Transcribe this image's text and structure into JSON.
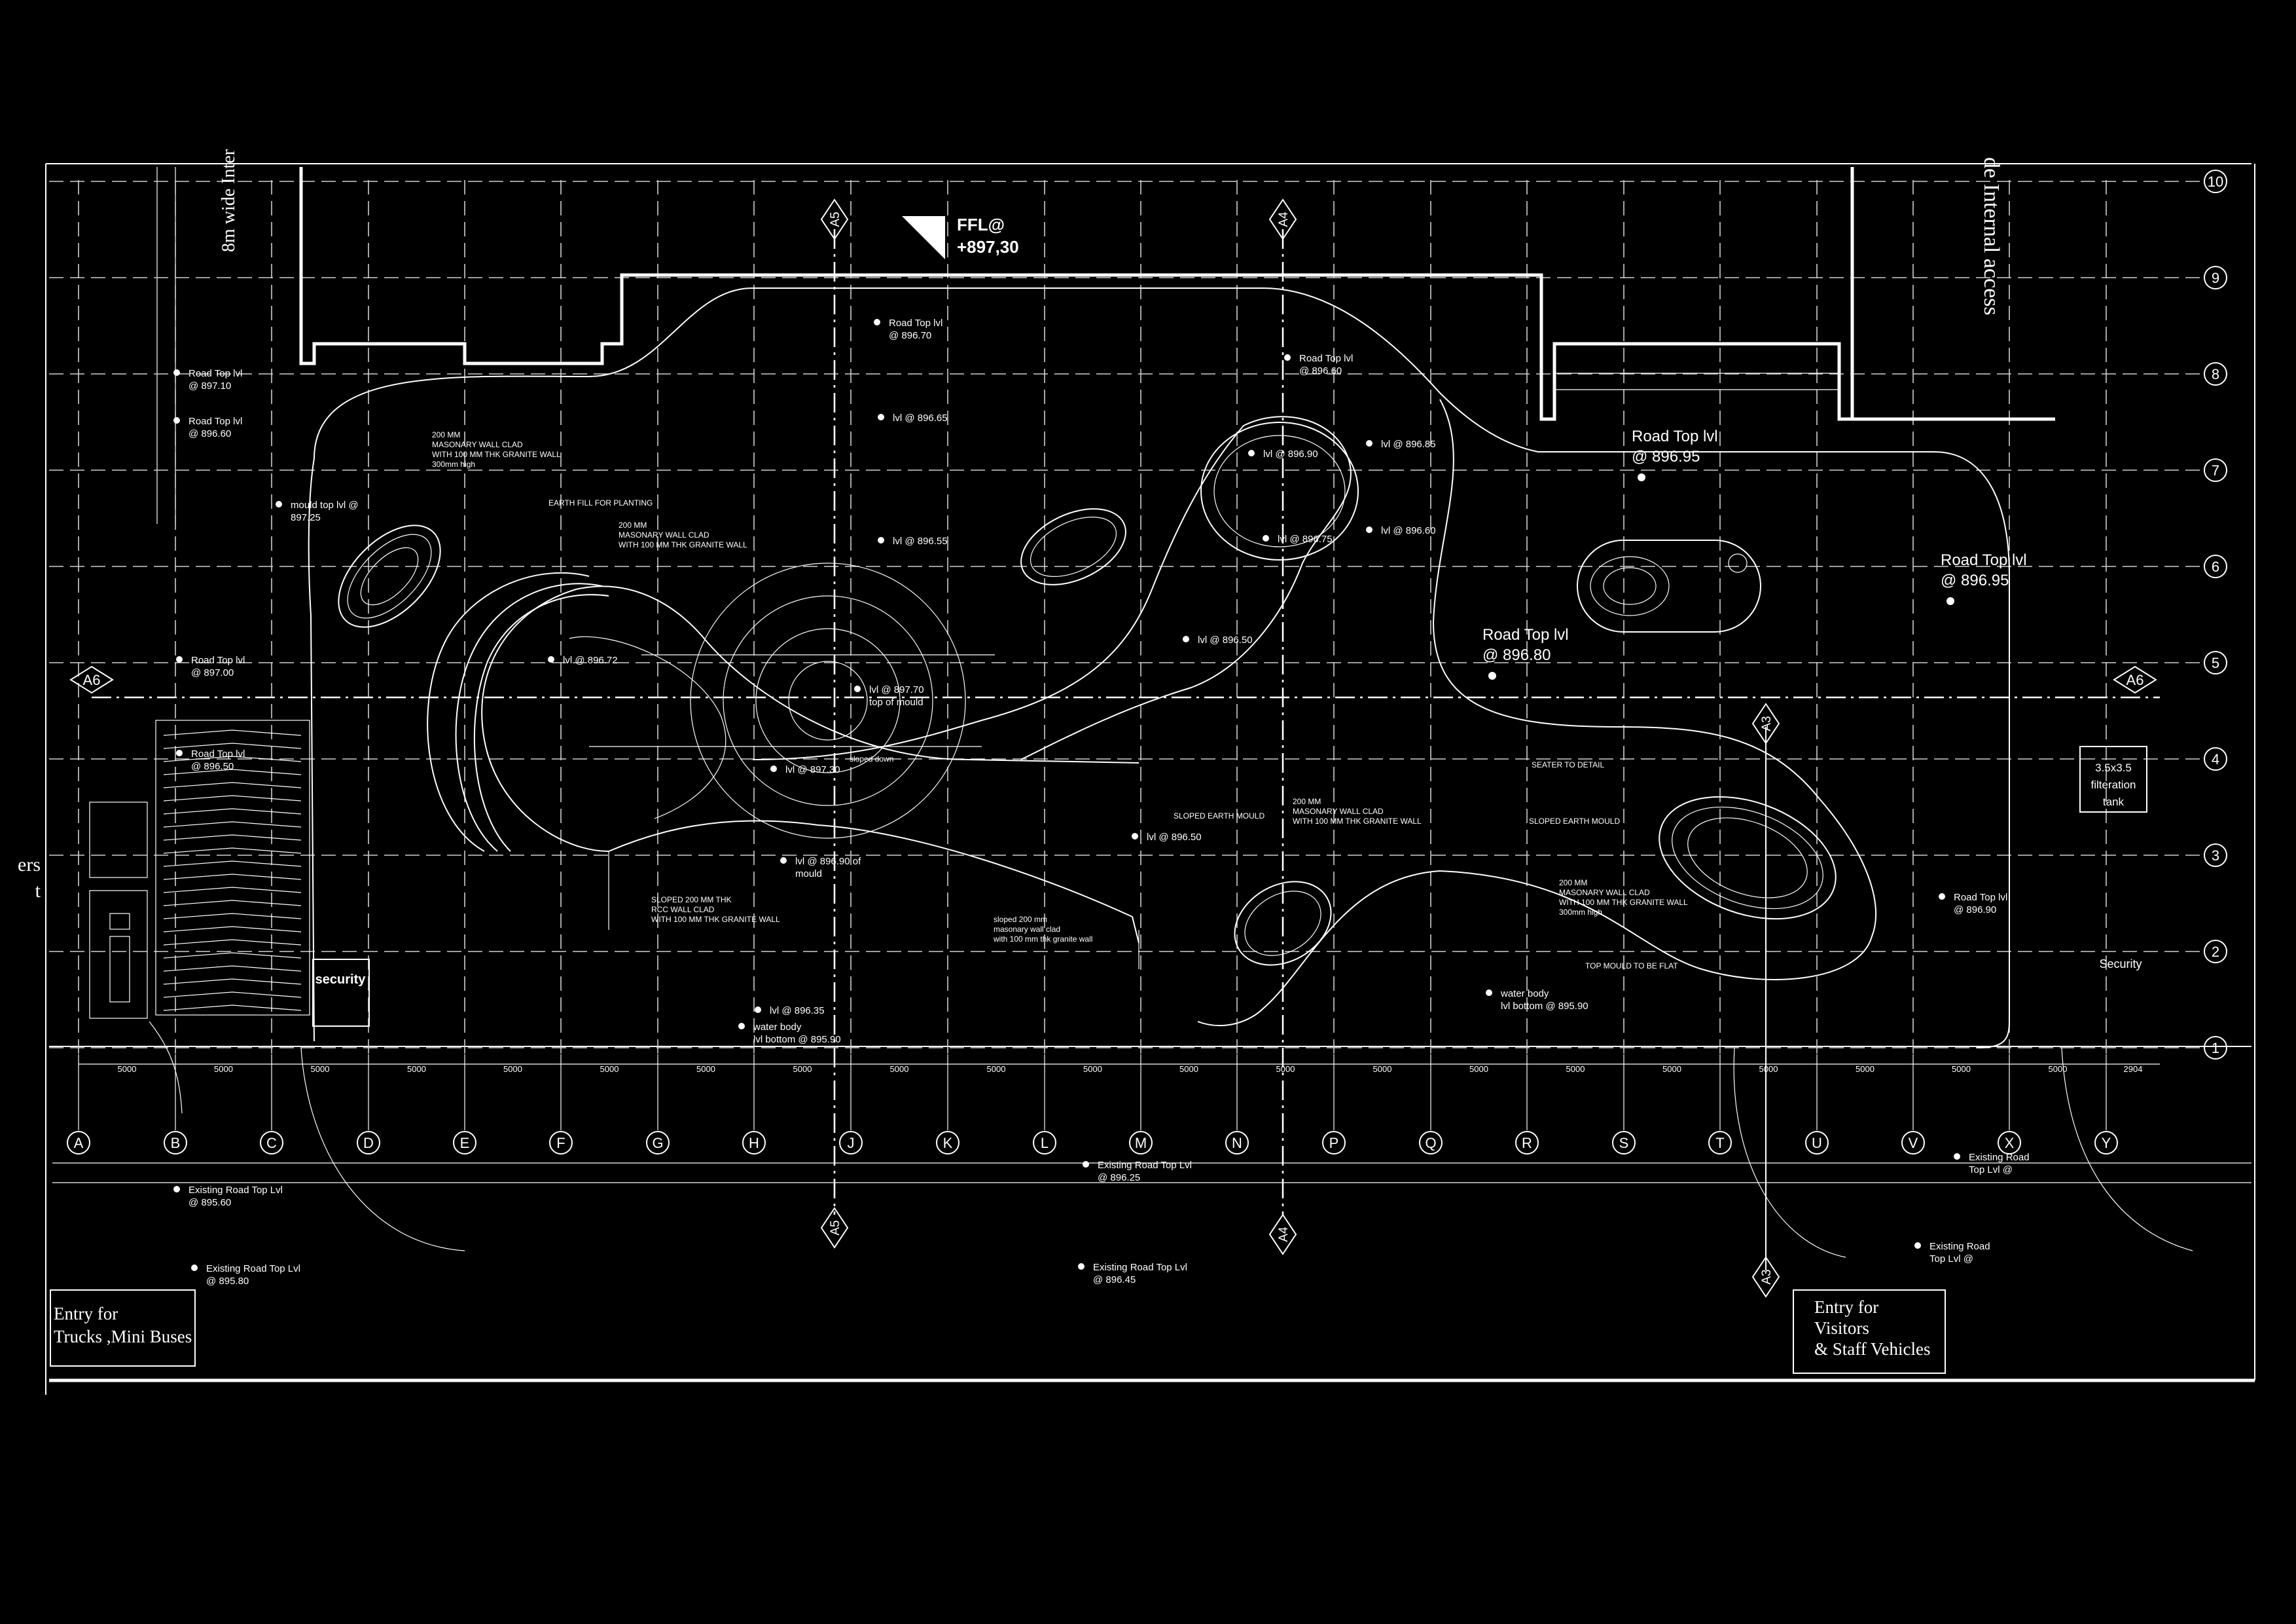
{
  "colors": {
    "background": "#000000",
    "lines": "#ffffff",
    "grid": "#d8d8d8"
  },
  "grid": {
    "columns": [
      "A",
      "B",
      "C",
      "D",
      "E",
      "F",
      "G",
      "H",
      "J",
      "K",
      "L",
      "M",
      "N",
      "P",
      "Q",
      "R",
      "S",
      "T",
      "U",
      "V",
      "X",
      "Y"
    ],
    "rows": [
      "1",
      "2",
      "3",
      "4",
      "5",
      "6",
      "7",
      "8",
      "9",
      "10"
    ],
    "column_spacing_labels": [
      "5000",
      "5000",
      "5000",
      "5000",
      "5000",
      "5000",
      "5000",
      "5000",
      "5000",
      "5000",
      "5000",
      "5000",
      "5000",
      "5000",
      "5000",
      "5000",
      "5000",
      "5000",
      "5000",
      "5000",
      "5000",
      "2904"
    ]
  },
  "sections": [
    {
      "id": "A5",
      "label": "A5"
    },
    {
      "id": "A4",
      "label": "A4"
    },
    {
      "id": "A6",
      "label": "A6"
    },
    {
      "id": "A3",
      "label": "A3"
    }
  ],
  "ffl": {
    "line1": "FFL@",
    "line2": "+897,30"
  },
  "access_labels": {
    "left": "8m wide Inter",
    "right": "de Internal access",
    "left_edge_1": "ers",
    "left_edge_2": "t"
  },
  "entries": {
    "trucks": [
      "Entry for",
      "Trucks ,Mini Buses"
    ],
    "visitors": [
      "Entry for",
      "Visitors",
      "& Staff  Vehicles"
    ]
  },
  "security": {
    "booth": "security",
    "right": "Security"
  },
  "filtration": [
    "3.5x3.5",
    "filteration",
    "tank"
  ],
  "levels_large": [
    {
      "l1": "Road Top lvl",
      "l2": "@ 896.95"
    },
    {
      "l1": "Road Top lvl",
      "l2": "@ 896.95"
    },
    {
      "l1": "Road Top lvl",
      "l2": "@ 896.80"
    }
  ],
  "levels_small": [
    {
      "l1": "Road Top lvl",
      "l2": "@ 897.10"
    },
    {
      "l1": "Road Top lvl",
      "l2": "@ 896.60"
    },
    {
      "l1": "Road Top lvl",
      "l2": "@ 897.00"
    },
    {
      "l1": "Road Top lvl",
      "l2": "@ 896.50"
    },
    {
      "l1": "mould top lvl  @",
      "l2": "897.25"
    },
    {
      "l1": "Road Top lvl",
      "l2": "@ 896.70"
    },
    {
      "l1": "lvl @ 896.65",
      "l2": ""
    },
    {
      "l1": "Road Top lvl",
      "l2": "@ 896.60"
    },
    {
      "l1": "lvl @ 896.90",
      "l2": ""
    },
    {
      "l1": "lvl @ 896.85",
      "l2": ""
    },
    {
      "l1": "lvl @ 896.60",
      "l2": ""
    },
    {
      "l1": "lvl @ 896.75",
      "l2": ""
    },
    {
      "l1": "lvl @ 896.55",
      "l2": ""
    },
    {
      "l1": "lvl @ 896.50",
      "l2": ""
    },
    {
      "l1": "lvl @ 896.72",
      "l2": ""
    },
    {
      "l1": "lvl @ 897.70",
      "l2": "top of mould"
    },
    {
      "l1": "lvl @ 897.30",
      "l2": ""
    },
    {
      "l1": "lvl @ 896.50",
      "l2": ""
    },
    {
      "l1": "lvl @ 896.90 of",
      "l2": "mould"
    },
    {
      "l1": "lvl @ 896.35",
      "l2": ""
    },
    {
      "l1": "water body",
      "l2": "lvl bottom  @ 895.90"
    },
    {
      "l1": "water body",
      "l2": "lvl bottom  @ 895.90"
    },
    {
      "l1": "Road Top lvl",
      "l2": "@ 896.90"
    },
    {
      "l1": "Existing Road Top Lvl",
      "l2": "@ 895.60"
    },
    {
      "l1": "Existing Road Top Lvl",
      "l2": "@ 896.25"
    },
    {
      "l1": "Existing Road",
      "l2": "Top Lvl @"
    },
    {
      "l1": "Existing Road Top Lvl",
      "l2": "@ 895.80"
    },
    {
      "l1": "Existing Road Top Lvl",
      "l2": "@ 896.45"
    },
    {
      "l1": "Existing Road",
      "l2": "Top Lvl @"
    }
  ],
  "notes": [
    {
      "lines": [
        "200 MM",
        "MASONARY WALL CLAD",
        "WITH 100 MM THK GRANITE WALL",
        "300mm high"
      ]
    },
    {
      "lines": [
        "EARTH  FILL FOR PLANTING"
      ]
    },
    {
      "lines": [
        "200 MM",
        "MASONARY WALL CLAD",
        "WITH 100 MM THK GRANITE WALL"
      ]
    },
    {
      "lines": [
        "sloped down"
      ]
    },
    {
      "lines": [
        "SLOPED 200 MM THK",
        "RCC WALL CLAD",
        "WITH 100 MM THK GRANITE WALL"
      ]
    },
    {
      "lines": [
        "sloped 200 mm",
        "masonary wall clad",
        "with 100 mm thk granite wall"
      ]
    },
    {
      "lines": [
        "SLOPED EARTH MOULD"
      ]
    },
    {
      "lines": [
        "200 MM",
        "MASONARY WALL CLAD",
        "WITH 100 MM THK GRANITE WALL"
      ]
    },
    {
      "lines": [
        "SEATER TO DETAIL"
      ]
    },
    {
      "lines": [
        "SLOPED EARTH MOULD"
      ]
    },
    {
      "lines": [
        "200 MM",
        "MASONARY WALL CLAD",
        "WITH 100 MM THK GRANITE WALL",
        "300mm high"
      ]
    },
    {
      "lines": [
        "TOP MOULD TO BE FLAT"
      ]
    }
  ]
}
